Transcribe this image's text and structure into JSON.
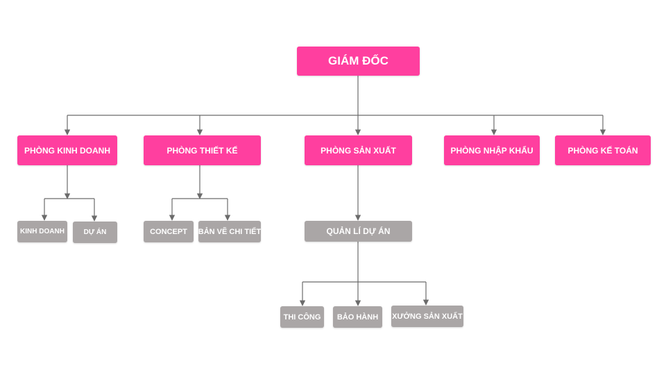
{
  "colors": {
    "primary": "#ff3f9f",
    "secondary": "#aaa6a6",
    "connector": "#6b6b6b"
  },
  "director": "GIÁM ĐỐC",
  "departments": {
    "sales": "PHÒNG KINH DOANH",
    "design": "PHÒNG THIẾT KẾ",
    "production": "PHÒNG SẢN XUẤT",
    "import": "PHÒNG NHẬP KHẨU",
    "accounting": "PHÒNG KẾ TOÁN"
  },
  "sales_units": {
    "business": "KINH DOANH",
    "projects": "DỰ ÁN"
  },
  "design_units": {
    "concept": "CONCEPT",
    "detail_drawings": "BẢN VẼ CHI TIẾT"
  },
  "production_units": {
    "project_management": "QUẢN LÍ DỰ ÁN",
    "construction": "THI CÔNG",
    "warranty": "BẢO HÀNH",
    "workshop": "XƯỞNG SẢN XUẤT"
  }
}
